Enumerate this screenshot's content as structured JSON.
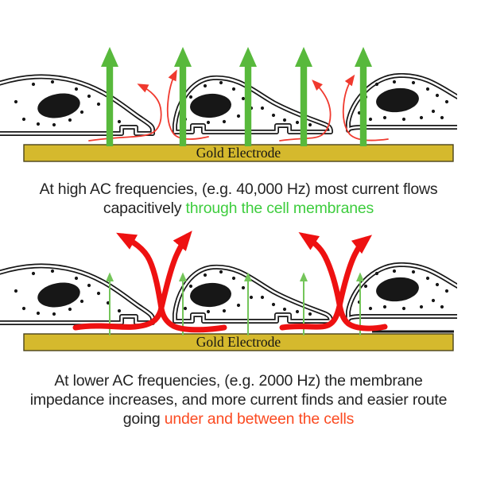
{
  "colors": {
    "arrow_green_bold": "#58b93c",
    "arrow_green_thin": "#74c55a",
    "arrow_red_bold": "#ee1111",
    "arrow_red_thin": "#f0392e",
    "text_green": "#3ecd3e",
    "text_red": "#fb4a21",
    "electrode_gold": "#d5b92d",
    "electrode_border": "#4a431a",
    "ink": "#171717"
  },
  "top_panel": {
    "electrode_label": "Gold Electrode",
    "caption_line1": "At high AC frequencies, (e.g. 40,000 Hz) most current flows",
    "caption_line2_black": "capacitively ",
    "caption_line2_green": "through the cell membranes"
  },
  "bottom_panel": {
    "electrode_label": "Gold Electrode",
    "caption_line1": "At lower AC frequencies, (e.g. 2000 Hz) the membrane",
    "caption_line2": "impedance increases, and more current finds and easier route",
    "caption_line3_black": "going ",
    "caption_line3_red": "under and between the cells"
  }
}
